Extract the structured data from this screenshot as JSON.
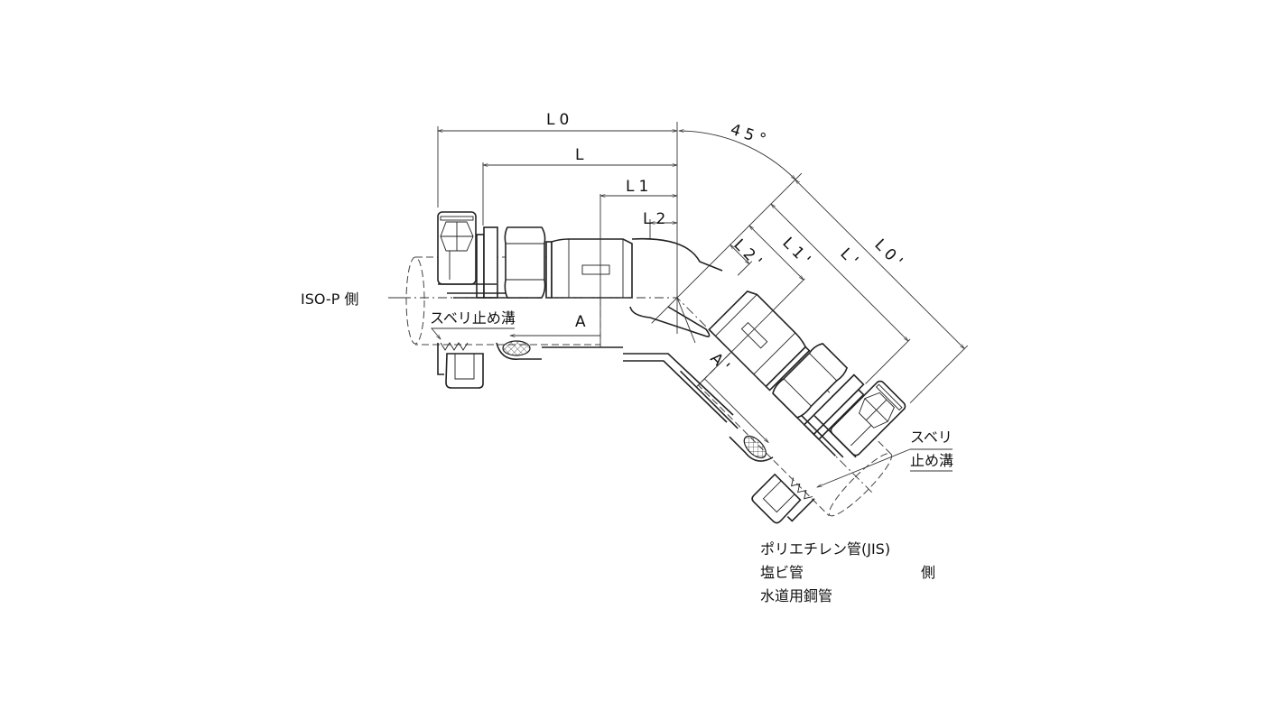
{
  "dimensions": {
    "l0": "L0",
    "l": "L",
    "l1": "L1",
    "l2": "L2",
    "a": "A",
    "angle": "45°",
    "l0_prime": "L0'",
    "l_prime": "L'",
    "l1_prime": "L1'",
    "l2_prime": "L2'",
    "a_prime": "A'"
  },
  "labels": {
    "left_side": "ISO-P  側",
    "left_groove": "スベリ止め溝",
    "right_groove_line1": "スベリ",
    "right_groove_line2": "止め溝",
    "right_side_line1": "ポリエチレン管(JIS)",
    "right_side_line2": "塩ビ管",
    "right_side_suffix": "側",
    "right_side_line3": "水道用鋼管"
  }
}
